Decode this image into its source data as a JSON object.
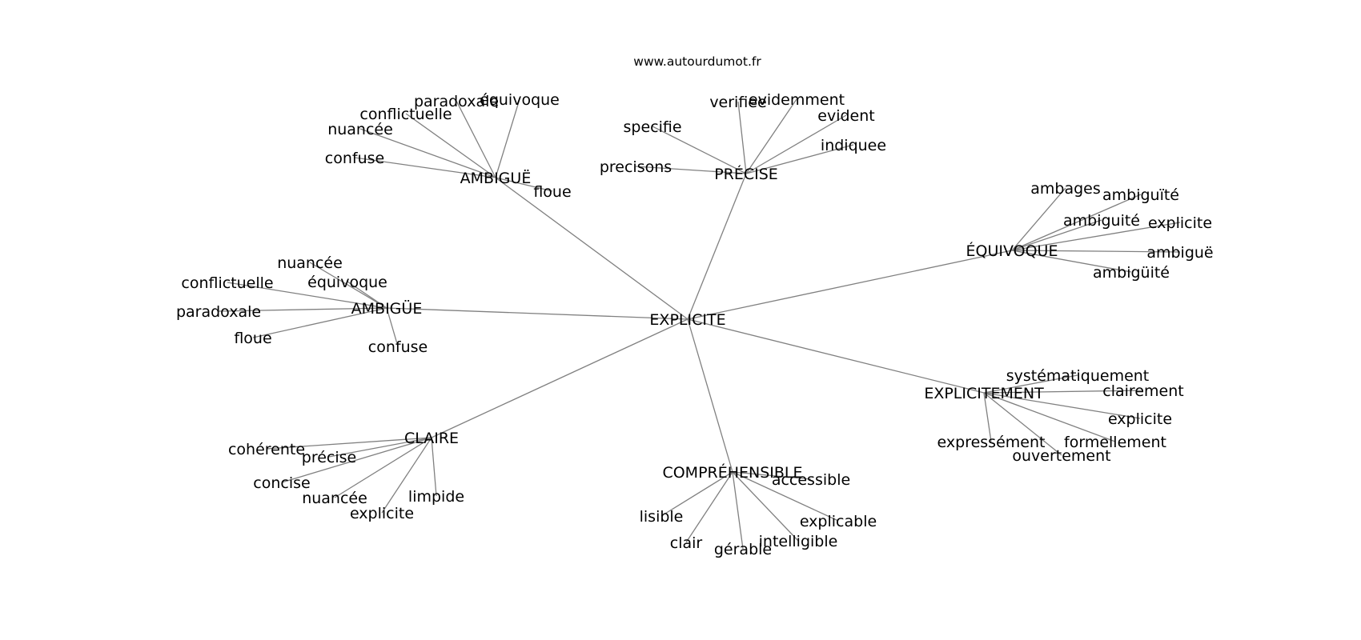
{
  "site_credit": "www.autourdumot.fr",
  "colors": {
    "edge": "#808080",
    "text": "#000000",
    "background": "#ffffff"
  },
  "graph": {
    "center": "EXPLICITE",
    "groups": [
      {
        "hub": "AMBIGUË",
        "leaves": [
          "paradoxale",
          "équivoque",
          "conflictuelle",
          "nuancée",
          "confuse",
          "floue"
        ]
      },
      {
        "hub": "PRÉCISE",
        "leaves": [
          "verifiee",
          "evidemment",
          "evident",
          "specifie",
          "indiquee",
          "precisons"
        ]
      },
      {
        "hub": "ÉQUIVOQUE",
        "leaves": [
          "ambages",
          "ambiguïté",
          "ambiguité",
          "explicite",
          "ambiguë",
          "ambigüité"
        ]
      },
      {
        "hub": "AMBIGÜE",
        "leaves": [
          "nuancée",
          "conflictuelle",
          "équivoque",
          "paradoxale",
          "floue",
          "confuse"
        ]
      },
      {
        "hub": "EXPLICITEMENT",
        "leaves": [
          "systématiquement",
          "clairement",
          "explicite",
          "expressément",
          "formellement",
          "ouvertement"
        ]
      },
      {
        "hub": "CLAIRE",
        "leaves": [
          "cohérente",
          "précise",
          "concise",
          "nuancée",
          "explicite",
          "limpide"
        ]
      },
      {
        "hub": "COMPRÉHENSIBLE",
        "leaves": [
          "accessible",
          "lisible",
          "explicable",
          "intelligible",
          "clair",
          "gérable"
        ]
      }
    ]
  }
}
